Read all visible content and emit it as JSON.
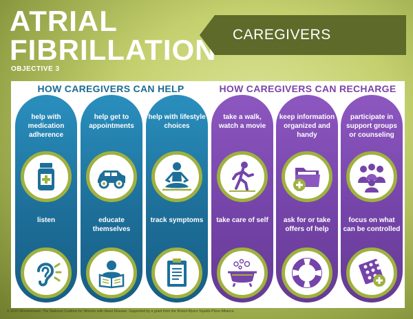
{
  "title": {
    "line1": "ATRIAL",
    "line2": "FIBRILLATION"
  },
  "objective": "OBJECTIVE 3",
  "banner": "CAREGIVERS",
  "panels": {
    "help": "HOW CAREGIVERS CAN HELP",
    "recharge": "HOW CAREGIVERS CAN RECHARGE"
  },
  "columns": [
    {
      "top": "help with medication adherence",
      "top_icon": "medication-bottle-icon",
      "bottom": "listen",
      "bottom_icon": "ear-icon"
    },
    {
      "top": "help get to appointments",
      "top_icon": "car-icon",
      "bottom": "educate themselves",
      "bottom_icon": "reading-icon"
    },
    {
      "top": "help with lifestyle choices",
      "top_icon": "meditation-icon",
      "bottom": "track symptoms",
      "bottom_icon": "clipboard-icon"
    },
    {
      "top": "take a walk, watch a movie",
      "top_icon": "walking-icon",
      "bottom": "take care of self",
      "bottom_icon": "bathtub-icon"
    },
    {
      "top": "keep information organized and handy",
      "top_icon": "folder-icon",
      "bottom": "ask for or take offers of help",
      "bottom_icon": "life-preserver-icon"
    },
    {
      "top": "participate in support groups or counseling",
      "top_icon": "support-group-icon",
      "bottom": "focus on what can be controlled",
      "bottom_icon": "pill-pack-icon"
    }
  ],
  "colors": {
    "blue": "#1d6f99",
    "purple": "#7544a9",
    "olive": "#5d6a29",
    "ring": "#9fb13f"
  },
  "footer": "© 2015 WomenHeart: The National Coalition for Women with Heart Disease. Supported by a grant from the Bristol-Myers Squibb-Pfizer Alliance."
}
